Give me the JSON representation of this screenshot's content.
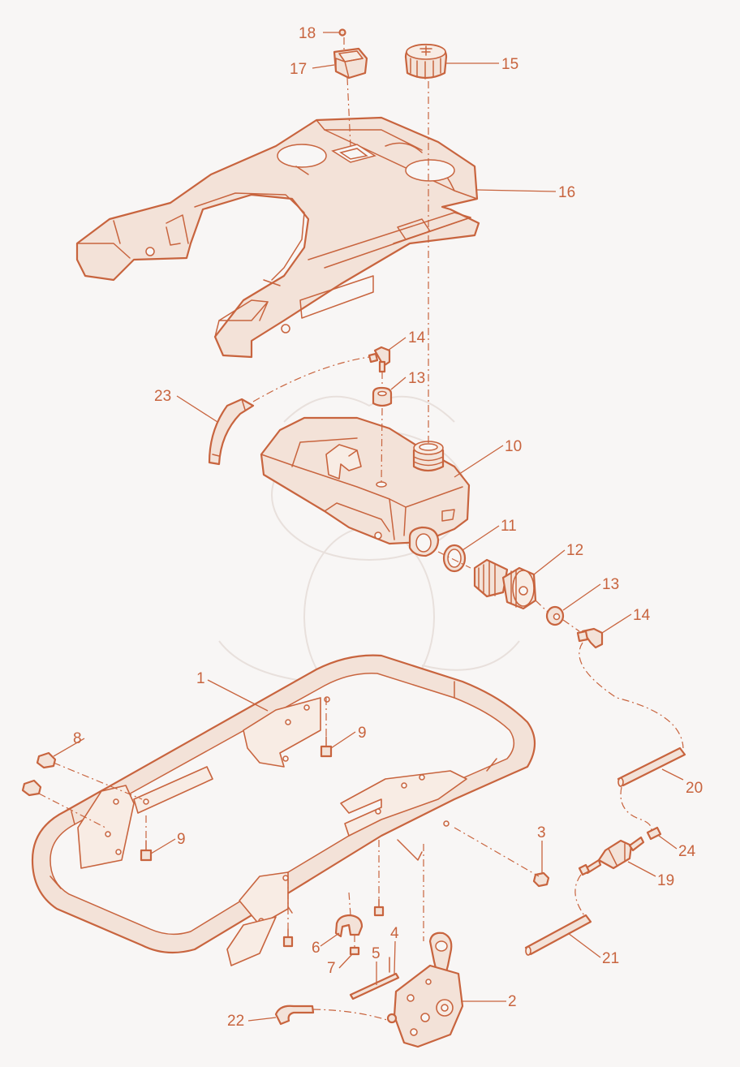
{
  "diagram": {
    "style": "exploded-parts-view",
    "line_color": "#c8643e",
    "background": "#f8f6f5",
    "callouts": [
      "1",
      "2",
      "3",
      "4",
      "5",
      "6",
      "7",
      "8",
      "9",
      "9",
      "10",
      "11",
      "12",
      "13",
      "13",
      "14",
      "14",
      "15",
      "16",
      "17",
      "18",
      "19",
      "20",
      "21",
      "22",
      "23",
      "24"
    ]
  }
}
